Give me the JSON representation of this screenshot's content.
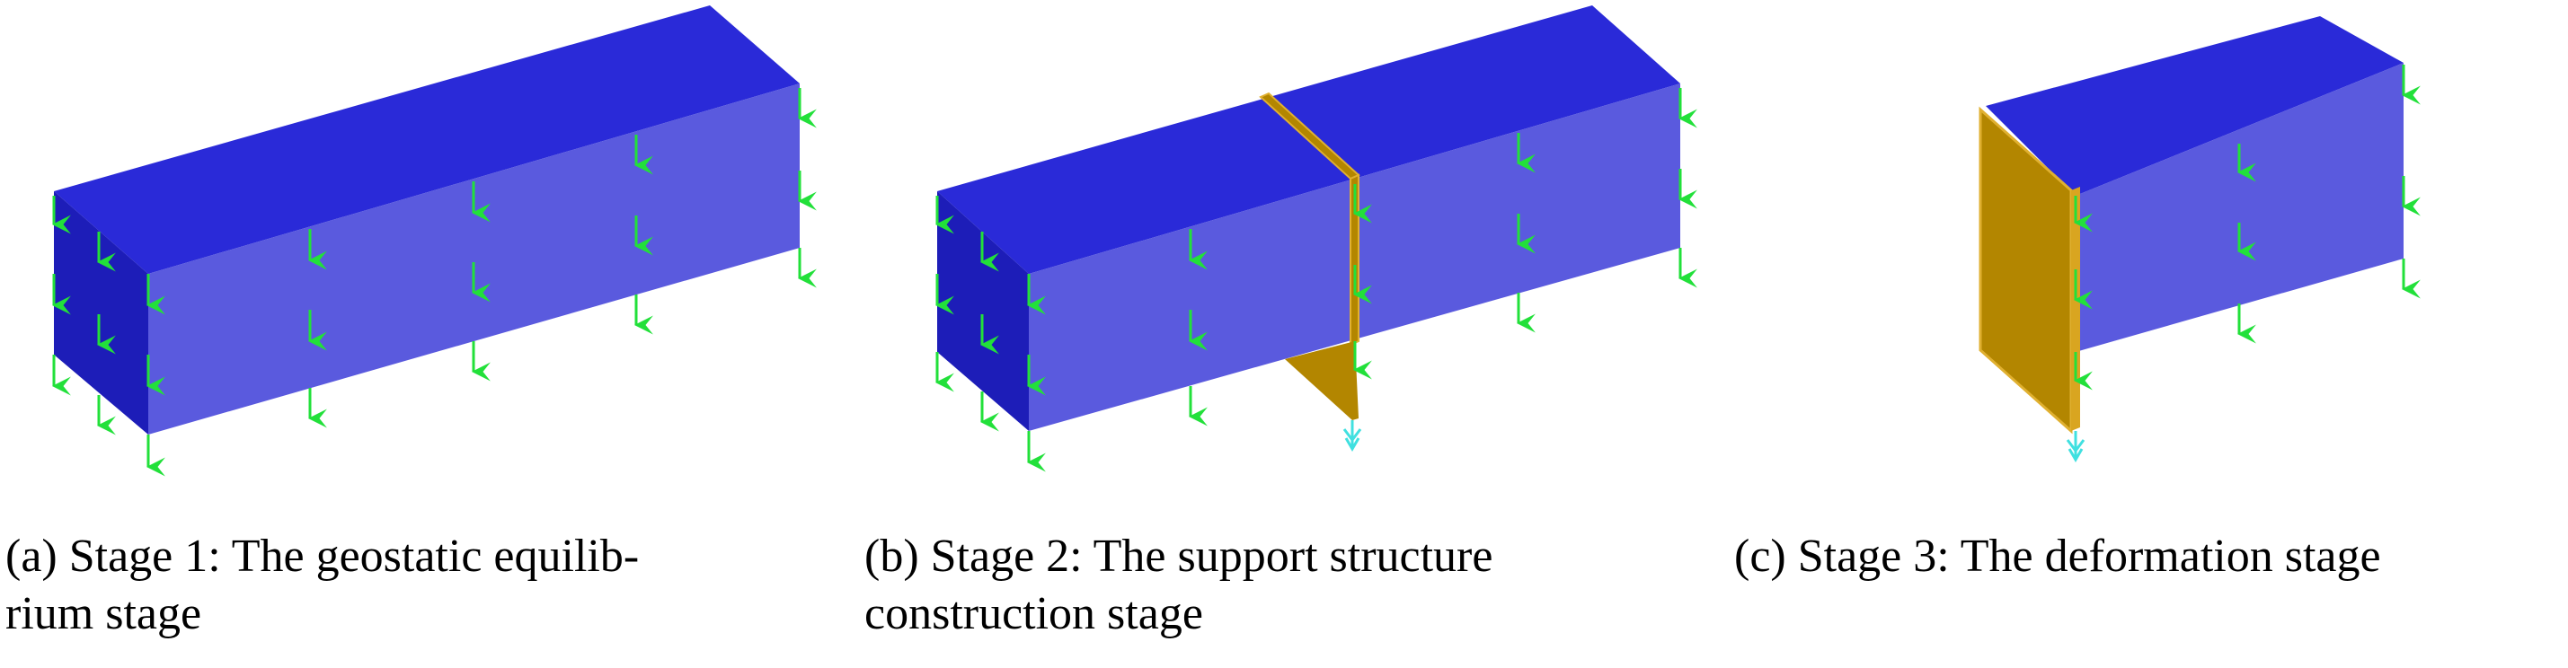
{
  "figure": {
    "panels": [
      {
        "id": "a",
        "caption": "(a) Stage 1: The geostatic equilib-rium stage",
        "caption_lines": [
          "(a) Stage 1: The geostatic equilib-",
          "rium stage"
        ]
      },
      {
        "id": "b",
        "caption": "(b) Stage 2: The support structure construction stage",
        "caption_lines": [
          "(b) Stage 2: The support structure",
          "construction stage"
        ]
      },
      {
        "id": "c",
        "caption": "(c) Stage 3: The deformation stage",
        "caption_lines": [
          "(c) Stage 3: The deformation stage"
        ]
      }
    ]
  },
  "colors": {
    "soil_top": "#2a2ad8",
    "soil_side": "#5a5ade",
    "soil_end": "#1d1db8",
    "support": "#b38600",
    "support_edge": "#e0b030",
    "load_arrow": "#22e03a",
    "boundary_arrow": "#40e0e0"
  },
  "icons": {
    "load": "down-arrow-icon",
    "boundary": "boundary-condition-icon"
  }
}
